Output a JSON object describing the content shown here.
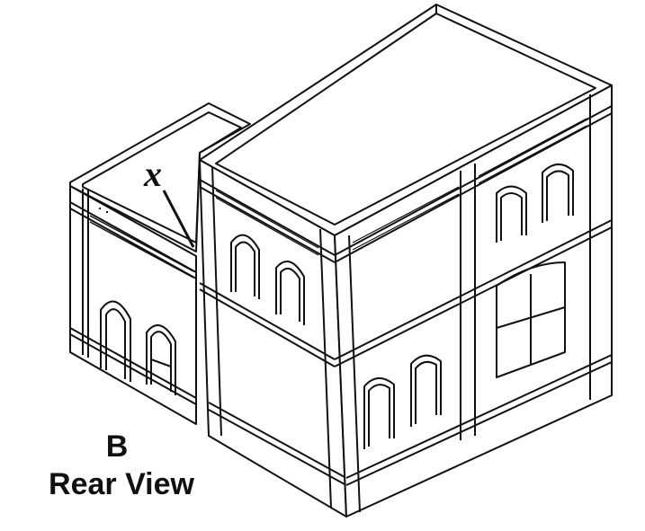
{
  "diagram": {
    "callout_label": "x",
    "view_letter": "B",
    "view_title": "Rear View"
  }
}
